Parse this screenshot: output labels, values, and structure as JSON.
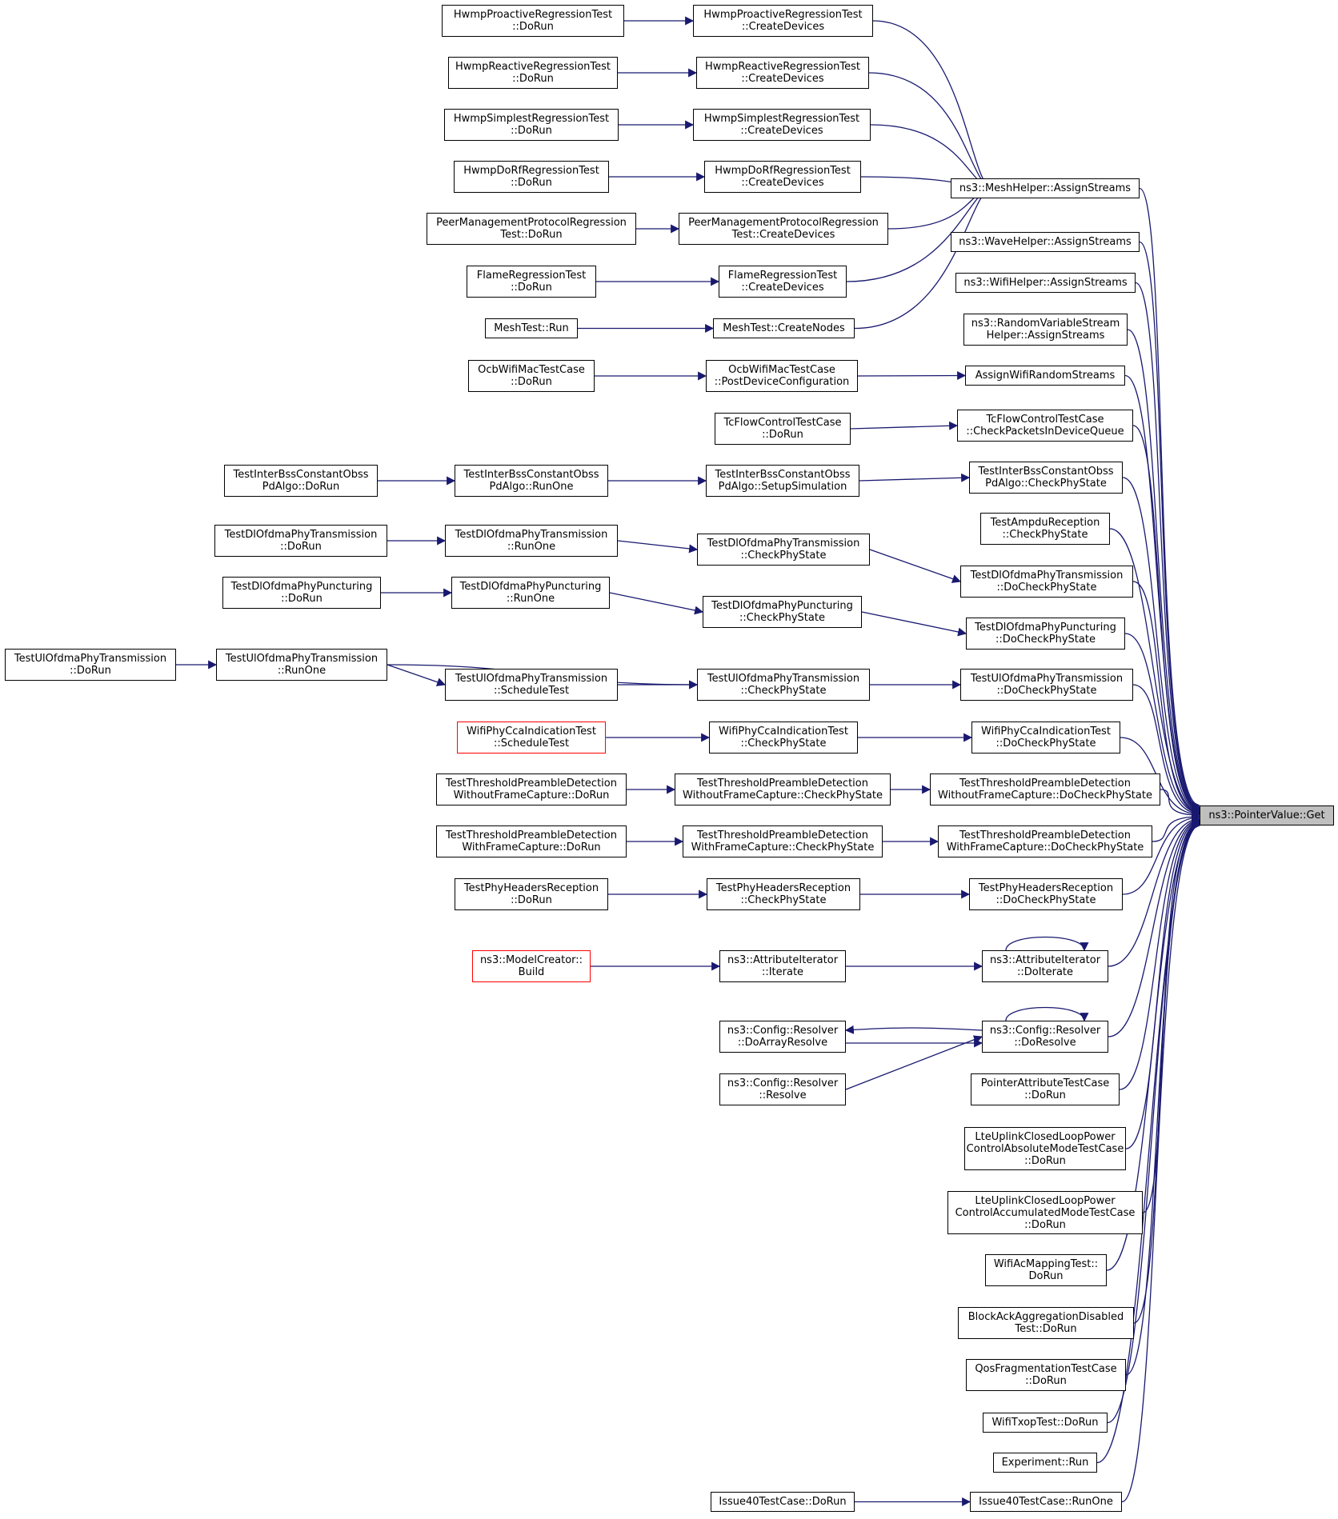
{
  "diagram": {
    "type": "call-graph",
    "edge_color": "#191970",
    "nodes": [
      {
        "id": "hpr_dorun",
        "lines": [
          "HwmpProactiveRegressionTest",
          "::DoRun"
        ]
      },
      {
        "id": "hpr_cd",
        "lines": [
          "HwmpProactiveRegressionTest",
          "::CreateDevices"
        ]
      },
      {
        "id": "hrr_dorun",
        "lines": [
          "HwmpReactiveRegressionTest",
          "::DoRun"
        ]
      },
      {
        "id": "hrr_cd",
        "lines": [
          "HwmpReactiveRegressionTest",
          "::CreateDevices"
        ]
      },
      {
        "id": "hsr_dorun",
        "lines": [
          "HwmpSimplestRegressionTest",
          "::DoRun"
        ]
      },
      {
        "id": "hsr_cd",
        "lines": [
          "HwmpSimplestRegressionTest",
          "::CreateDevices"
        ]
      },
      {
        "id": "hdr_dorun",
        "lines": [
          "HwmpDoRfRegressionTest",
          "::DoRun"
        ]
      },
      {
        "id": "hdr_cd",
        "lines": [
          "HwmpDoRfRegressionTest",
          "::CreateDevices"
        ]
      },
      {
        "id": "pmp_dorun",
        "lines": [
          "PeerManagementProtocolRegression",
          "Test::DoRun"
        ]
      },
      {
        "id": "pmp_cd",
        "lines": [
          "PeerManagementProtocolRegression",
          "Test::CreateDevices"
        ]
      },
      {
        "id": "fr_dorun",
        "lines": [
          "FlameRegressionTest",
          "::DoRun"
        ]
      },
      {
        "id": "fr_cd",
        "lines": [
          "FlameRegressionTest",
          "::CreateDevices"
        ]
      },
      {
        "id": "mt_run",
        "lines": [
          "MeshTest::Run"
        ]
      },
      {
        "id": "mt_cn",
        "lines": [
          "MeshTest::CreateNodes"
        ]
      },
      {
        "id": "mesh_as",
        "lines": [
          "ns3::MeshHelper::AssignStreams"
        ]
      },
      {
        "id": "wave_as",
        "lines": [
          "ns3::WaveHelper::AssignStreams"
        ]
      },
      {
        "id": "wifi_as",
        "lines": [
          "ns3::WifiHelper::AssignStreams"
        ]
      },
      {
        "id": "rvs_as",
        "lines": [
          "ns3::RandomVariableStream",
          "Helper::AssignStreams"
        ]
      },
      {
        "id": "ocb_dorun",
        "lines": [
          "OcbWifiMacTestCase",
          "::DoRun"
        ]
      },
      {
        "id": "ocb_pdc",
        "lines": [
          "OcbWifiMacTestCase",
          "::PostDeviceConfiguration"
        ]
      },
      {
        "id": "awrs",
        "lines": [
          "AssignWifiRandomStreams"
        ]
      },
      {
        "id": "tcf_dorun",
        "lines": [
          "TcFlowControlTestCase",
          "::DoRun"
        ]
      },
      {
        "id": "tcf_cpidq",
        "lines": [
          "TcFlowControlTestCase",
          "::CheckPacketsInDeviceQueue"
        ]
      },
      {
        "id": "tib_dorun",
        "lines": [
          "TestInterBssConstantObss",
          "PdAlgo::DoRun"
        ]
      },
      {
        "id": "tib_runone",
        "lines": [
          "TestInterBssConstantObss",
          "PdAlgo::RunOne"
        ]
      },
      {
        "id": "tib_setup",
        "lines": [
          "TestInterBssConstantObss",
          "PdAlgo::SetupSimulation"
        ]
      },
      {
        "id": "tib_cps",
        "lines": [
          "TestInterBssConstantObss",
          "PdAlgo::CheckPhyState"
        ]
      },
      {
        "id": "tar_cps",
        "lines": [
          "TestAmpduReception",
          "::CheckPhyState"
        ]
      },
      {
        "id": "tdl_dorun",
        "lines": [
          "TestDlOfdmaPhyTransmission",
          "::DoRun"
        ]
      },
      {
        "id": "tdl_runone",
        "lines": [
          "TestDlOfdmaPhyTransmission",
          "::RunOne"
        ]
      },
      {
        "id": "tdl_cps",
        "lines": [
          "TestDlOfdmaPhyTransmission",
          "::CheckPhyState"
        ]
      },
      {
        "id": "tdl_dcps",
        "lines": [
          "TestDlOfdmaPhyTransmission",
          "::DoCheckPhyState"
        ]
      },
      {
        "id": "tdp_dorun",
        "lines": [
          "TestDlOfdmaPhyPuncturing",
          "::DoRun"
        ]
      },
      {
        "id": "tdp_runone",
        "lines": [
          "TestDlOfdmaPhyPuncturing",
          "::RunOne"
        ]
      },
      {
        "id": "tdp_cps",
        "lines": [
          "TestDlOfdmaPhyPuncturing",
          "::CheckPhyState"
        ]
      },
      {
        "id": "tdp_dcps",
        "lines": [
          "TestDlOfdmaPhyPuncturing",
          "::DoCheckPhyState"
        ]
      },
      {
        "id": "tul_dorun",
        "lines": [
          "TestUlOfdmaPhyTransmission",
          "::DoRun"
        ]
      },
      {
        "id": "tul_runone",
        "lines": [
          "TestUlOfdmaPhyTransmission",
          "::RunOne"
        ]
      },
      {
        "id": "tul_st",
        "lines": [
          "TestUlOfdmaPhyTransmission",
          "::ScheduleTest"
        ]
      },
      {
        "id": "tul_cps",
        "lines": [
          "TestUlOfdmaPhyTransmission",
          "::CheckPhyState"
        ]
      },
      {
        "id": "tul_dcps",
        "lines": [
          "TestUlOfdmaPhyTransmission",
          "::DoCheckPhyState"
        ]
      },
      {
        "id": "wcca_st",
        "lines": [
          "WifiPhyCcaIndicationTest",
          "::ScheduleTest"
        ],
        "red": true
      },
      {
        "id": "wcca_cps",
        "lines": [
          "WifiPhyCcaIndicationTest",
          "::CheckPhyState"
        ]
      },
      {
        "id": "wcca_dcps",
        "lines": [
          "WifiPhyCcaIndicationTest",
          "::DoCheckPhyState"
        ]
      },
      {
        "id": "ttpd_wo_dorun",
        "lines": [
          "TestThresholdPreambleDetection",
          "WithoutFrameCapture::DoRun"
        ]
      },
      {
        "id": "ttpd_wo_cps",
        "lines": [
          "TestThresholdPreambleDetection",
          "WithoutFrameCapture::CheckPhyState"
        ]
      },
      {
        "id": "ttpd_wo_dcps",
        "lines": [
          "TestThresholdPreambleDetection",
          "WithoutFrameCapture::DoCheckPhyState"
        ]
      },
      {
        "id": "ttpd_w_dorun",
        "lines": [
          "TestThresholdPreambleDetection",
          "WithFrameCapture::DoRun"
        ]
      },
      {
        "id": "ttpd_w_cps",
        "lines": [
          "TestThresholdPreambleDetection",
          "WithFrameCapture::CheckPhyState"
        ]
      },
      {
        "id": "ttpd_w_dcps",
        "lines": [
          "TestThresholdPreambleDetection",
          "WithFrameCapture::DoCheckPhyState"
        ]
      },
      {
        "id": "tph_dorun",
        "lines": [
          "TestPhyHeadersReception",
          "::DoRun"
        ]
      },
      {
        "id": "tph_cps",
        "lines": [
          "TestPhyHeadersReception",
          "::CheckPhyState"
        ]
      },
      {
        "id": "tph_dcps",
        "lines": [
          "TestPhyHeadersReception",
          "::DoCheckPhyState"
        ]
      },
      {
        "id": "mc_build",
        "lines": [
          "ns3::ModelCreator::",
          "Build"
        ],
        "red": true
      },
      {
        "id": "ai_iter",
        "lines": [
          "ns3::AttributeIterator",
          "::Iterate"
        ]
      },
      {
        "id": "ai_doiter",
        "lines": [
          "ns3::AttributeIterator",
          "::DoIterate"
        ]
      },
      {
        "id": "cr_dar",
        "lines": [
          "ns3::Config::Resolver",
          "::DoArrayResolve"
        ]
      },
      {
        "id": "cr_res",
        "lines": [
          "ns3::Config::Resolver",
          "::Resolve"
        ]
      },
      {
        "id": "cr_dores",
        "lines": [
          "ns3::Config::Resolver",
          "::DoResolve"
        ]
      },
      {
        "id": "patc",
        "lines": [
          "PointerAttributeTestCase",
          "::DoRun"
        ]
      },
      {
        "id": "lte_abs",
        "lines": [
          "LteUplinkClosedLoopPower",
          "ControlAbsoluteModeTestCase",
          "::DoRun"
        ]
      },
      {
        "id": "lte_acc",
        "lines": [
          "LteUplinkClosedLoopPower",
          "ControlAccumulatedModeTestCase",
          "::DoRun"
        ]
      },
      {
        "id": "wam",
        "lines": [
          "WifiAcMappingTest::",
          "DoRun"
        ]
      },
      {
        "id": "baad",
        "lines": [
          "BlockAckAggregationDisabled",
          "Test::DoRun"
        ]
      },
      {
        "id": "qft",
        "lines": [
          "QosFragmentationTestCase",
          "::DoRun"
        ]
      },
      {
        "id": "wtt",
        "lines": [
          "WifiTxopTest::DoRun"
        ]
      },
      {
        "id": "exp",
        "lines": [
          "Experiment::Run"
        ]
      },
      {
        "id": "i40_dorun",
        "lines": [
          "Issue40TestCase::DoRun"
        ]
      },
      {
        "id": "i40_runone",
        "lines": [
          "Issue40TestCase::RunOne"
        ]
      },
      {
        "id": "pv_get",
        "lines": [
          "ns3::PointerValue::Get"
        ],
        "target": true
      }
    ]
  }
}
